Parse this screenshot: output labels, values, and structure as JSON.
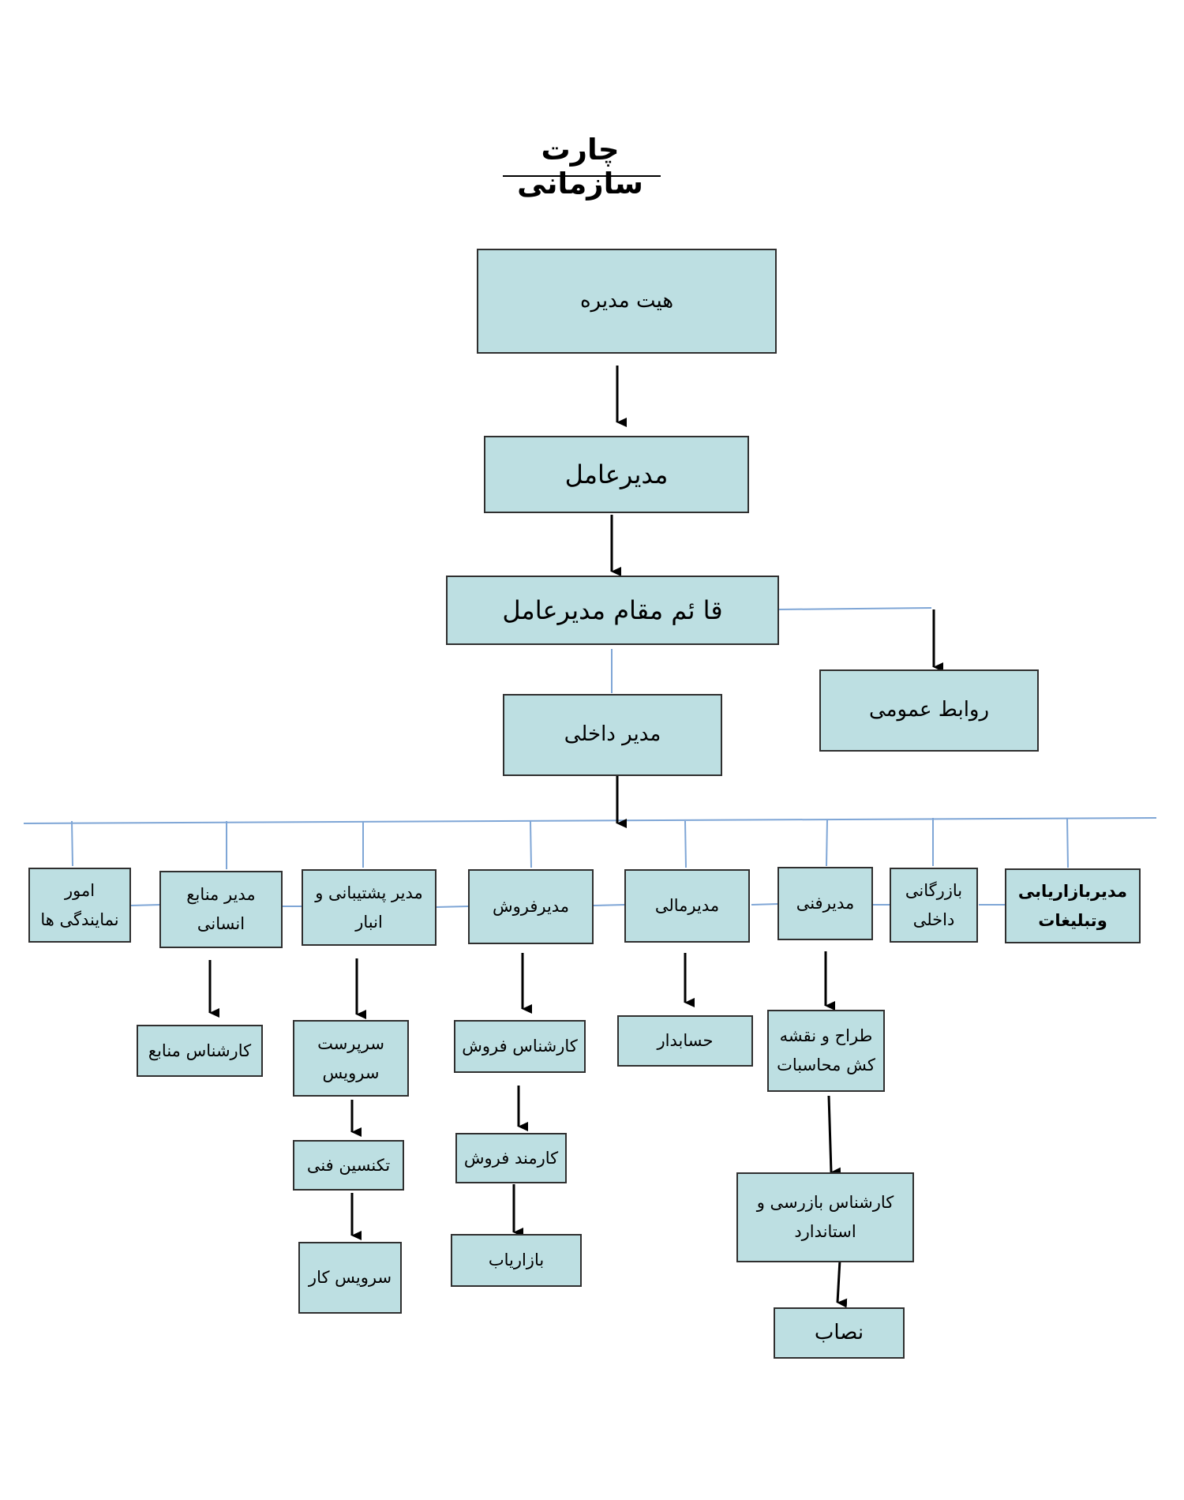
{
  "title": "چارت سازمانی",
  "colors": {
    "box_fill": "#bddfe2",
    "box_border": "#2f2f2f",
    "connector_blue": "#7fa6d6",
    "arrow": "#000000"
  },
  "nodes": {
    "board": "هیت مدیره",
    "ceo": "مدیرعامل",
    "deputy_ceo": "قا ئم مقام مدیرعامل",
    "public_relations": "روابط عمومی",
    "internal_manager": "مدیر داخلی",
    "marketing_manager": "مدیربازاریابی وتبلیغات",
    "internal_commerce": "بازرگانی داخلی",
    "technical_manager": "مدیرفنی",
    "finance_manager": "مدیرمالی",
    "sales_manager": "مدیرفروش",
    "logistics_manager": "مدیر پشتیبانی و انبار",
    "hr_manager": "مدیر منابع انسانی",
    "agencies": "امور نمایندگی ها",
    "hr_expert": "کارشناس منابع",
    "service_supervisor": "سرپرست سرویس",
    "technician": "تکنسین فنی",
    "service_worker": "سرویس کار",
    "sales_expert": "کارشناس فروش",
    "sales_clerk": "کارمند فروش",
    "marketer": "بازاریاب",
    "accountant": "حسابدار",
    "designer": "طراح و نقشه کش محاسبات",
    "inspection_expert": "کارشناس بازرسی و استاندارد",
    "installer": "نصاب"
  }
}
